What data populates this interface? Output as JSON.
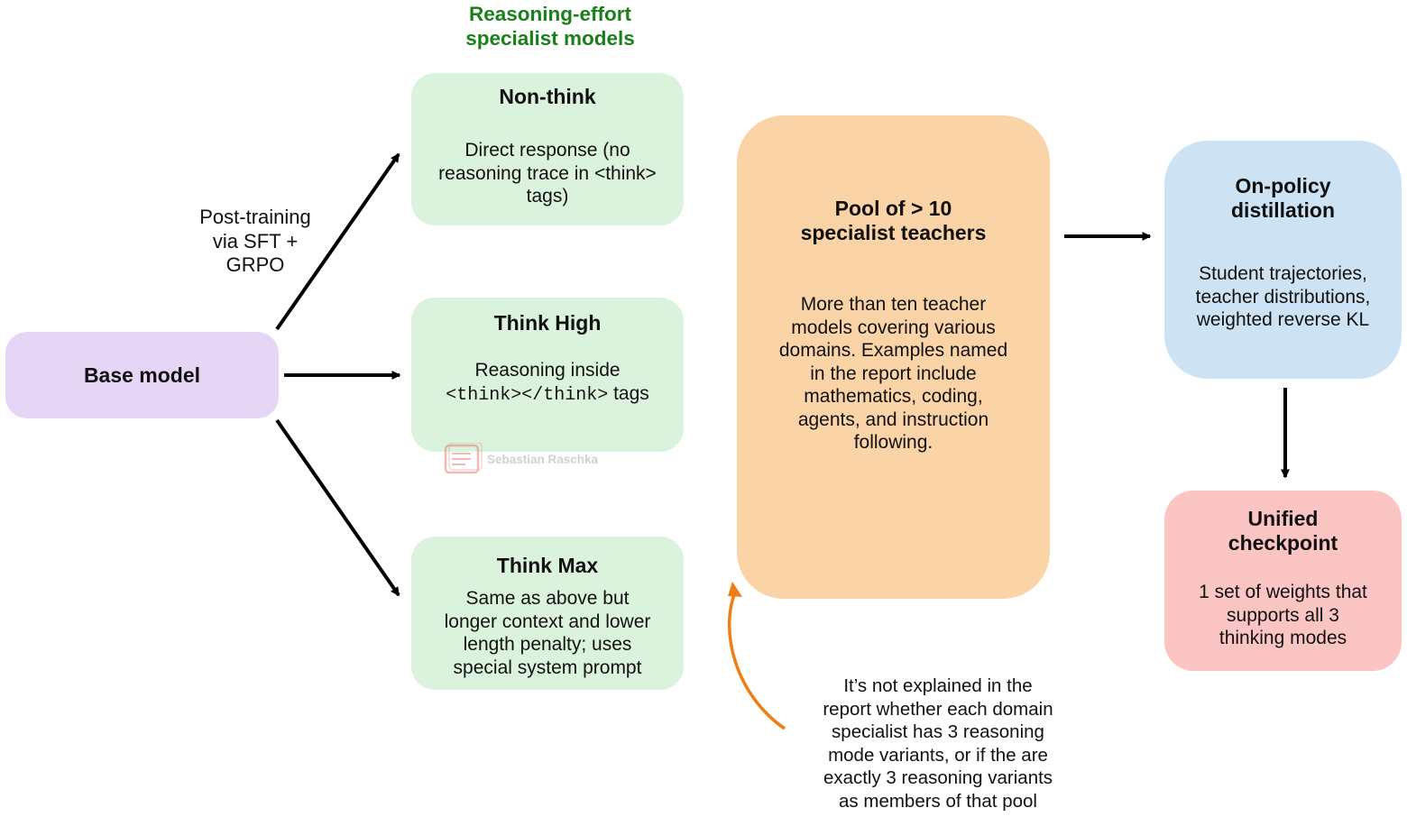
{
  "header": {
    "line1": "Reasoning-effort",
    "line2": "specialist models"
  },
  "base": {
    "title": "Base model"
  },
  "post_training": {
    "line1": "Post-training",
    "line2": "via SFT +",
    "line3": "GRPO"
  },
  "non_think": {
    "title": "Non-think",
    "line1": "Direct response (no",
    "line2": "reasoning trace in <think>",
    "line3": "tags)"
  },
  "think_high": {
    "title": "Think High",
    "line1": "Reasoning inside",
    "code": "<think></think>",
    "suffix": " tags"
  },
  "think_max": {
    "title": "Think Max",
    "line1": "Same as above but",
    "line2": "longer context and lower",
    "line3": "length penalty; uses",
    "line4": "special system prompt"
  },
  "pool": {
    "title1": "Pool of > 10",
    "title2": "specialist teachers",
    "lines": [
      "More than ten teacher",
      "models covering various",
      "domains. Examples named",
      "in the report include",
      "mathematics, coding,",
      "agents, and instruction",
      "following."
    ]
  },
  "distillation": {
    "title1": "On-policy",
    "title2": "distillation",
    "lines": [
      "Student trajectories,",
      "teacher distributions,",
      "weighted reverse KL"
    ]
  },
  "unified": {
    "title1": "Unified",
    "title2": "checkpoint",
    "lines": [
      "1 set of weights that",
      "supports all 3",
      "thinking modes"
    ]
  },
  "footnote": {
    "lines": [
      "It’s not explained in the",
      "report whether each domain",
      "specialist has 3 reasoning",
      "mode variants, or if the are",
      "exactly 3 reasoning variants",
      "as members of that pool"
    ]
  },
  "watermark": {
    "text": "Sebastian Raschka",
    "icon": "raschka-logo-icon"
  },
  "colors": {
    "header_green": "#1a7f1a",
    "base_purple": "#e6d6f6",
    "specialist_green": "#dbf3dc",
    "pool_orange": "#fad3a6",
    "distill_blue": "#cde3f4",
    "unified_pink": "#fbc5c3",
    "note_arrow_orange": "#ef7d12"
  }
}
